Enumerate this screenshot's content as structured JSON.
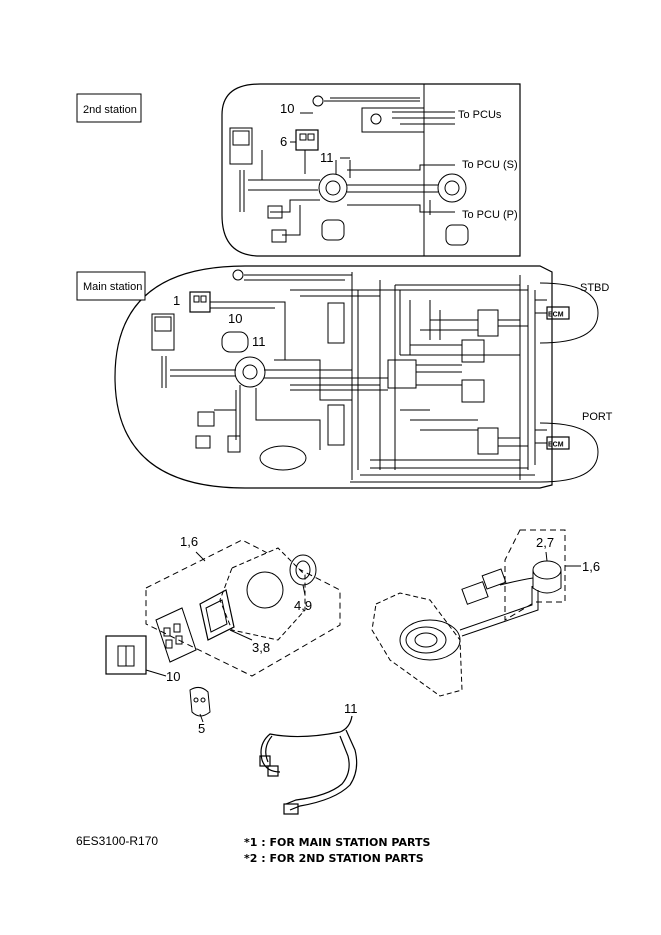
{
  "stations": {
    "second": {
      "label": "2nd station"
    },
    "main": {
      "label": "Main station"
    }
  },
  "connections": {
    "to_pcus": "To PCUs",
    "to_pcu_s": "To PCU (S)",
    "to_pcu_p": "To PCU (P)",
    "stbd": "STBD",
    "port": "PORT",
    "ecm": "ECM"
  },
  "callouts": {
    "second": {
      "c10": "10",
      "c6": "6",
      "c11": "11"
    },
    "main": {
      "c1": "1",
      "c10": "10",
      "c11": "11"
    },
    "parts": {
      "p16_left": "1,6",
      "p49": "4,9",
      "p38": "3,8",
      "p10": "10",
      "p5": "5",
      "p27": "2,7",
      "p16_right": "1,6",
      "p11": "11"
    }
  },
  "footer": {
    "code": "6ES3100-R170",
    "note1": "*1 : FOR MAIN STATION PARTS",
    "note2": "*2 : FOR 2ND STATION PARTS"
  }
}
